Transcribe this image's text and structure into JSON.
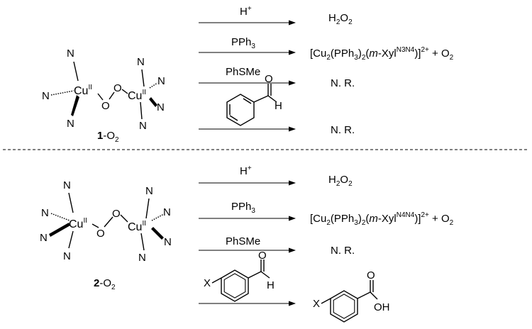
{
  "atoms": {
    "N": "N",
    "O": "O",
    "Cu": "Cu",
    "Cu_ox": "II",
    "X": "X",
    "H": "H",
    "OH": "OH"
  },
  "compound1": {
    "number": "1",
    "suffix": "-O",
    "sub": "2"
  },
  "compound2": {
    "number": "2",
    "suffix": "-O",
    "sub": "2"
  },
  "reagents": {
    "acid": "H",
    "acid_sup": "+",
    "pph3": "PPh",
    "pph3_sub": "3",
    "phsme": "PhSMe"
  },
  "products": {
    "h2o2_a": "H",
    "h2o2_sub1": "2",
    "h2o2_b": "O",
    "h2o2_sub2": "2",
    "nr": "N. R.",
    "complex1": {
      "open": "[Cu",
      "sub1": "2",
      "mid1": "(PPh",
      "sub2": "3",
      "mid2": ")",
      "sub3": "2",
      "paren": "(",
      "italic": "m",
      "ligand": "-Xyl",
      "lig_sup": "N3N4",
      "close": ")]",
      "charge": "2+",
      "plus_o": " + O",
      "o_sub": "2"
    },
    "complex2": {
      "open": "[Cu",
      "sub1": "2",
      "mid1": "(PPh",
      "sub2": "3",
      "mid2": ")",
      "sub3": "2",
      "paren": "(",
      "italic": "m",
      "ligand": "-Xyl",
      "lig_sup": "N4N4",
      "close": ")]",
      "charge": "2+",
      "plus_o": " + O",
      "o_sub": "2"
    }
  }
}
